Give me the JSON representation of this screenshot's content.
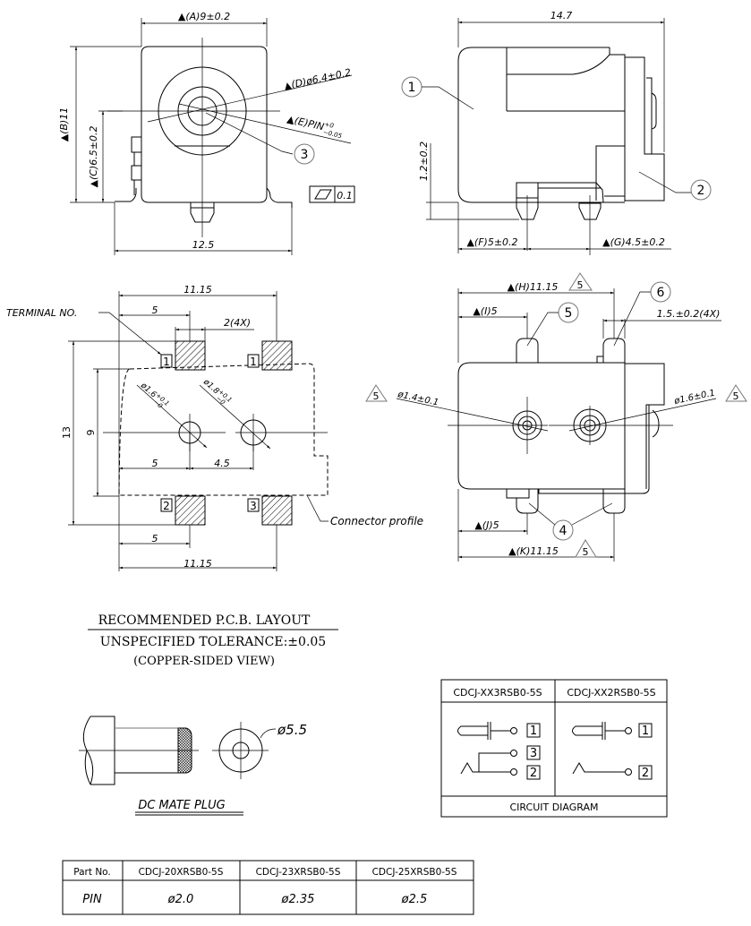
{
  "front_view": {
    "dim_a": "▲(A)9±0.2",
    "dim_b": "▲(B)11",
    "dim_c": "▲(C)6.5±0.2",
    "dim_d": "▲(D)ø6.4±0.2",
    "dim_e_prefix": "▲(E)PIN",
    "dim_e_plus": "+0",
    "dim_e_minus": "−0.05",
    "dim_width": "12.5",
    "flatness_value": "0.1",
    "balloon_3": "3"
  },
  "side_view": {
    "dim_total": "14.7",
    "dim_height": "1.2±0.2",
    "dim_f": "▲(F)5±0.2",
    "dim_g": "▲(G)4.5±0.2",
    "balloon_1": "1",
    "balloon_2": "2"
  },
  "pcb_layout": {
    "terminal_label": "TERMINAL NO.",
    "dim_top_width": "11.15",
    "dim_top_5": "5",
    "dim_pad": "2(4X)",
    "dim_13": "13",
    "dim_9": "9",
    "hole1_label": "ø1.6",
    "hole1_tol_plus": "+0.1",
    "hole1_tol_minus": "−0",
    "hole2_label": "ø1.8",
    "hole2_tol_plus": "+0.1",
    "hole2_tol_minus": "−0",
    "dim_mid_5": "5",
    "dim_mid_45": "4.5",
    "dim_bot_5": "5",
    "dim_bot_width": "11.15",
    "terminals": [
      "1",
      "1",
      "2",
      "3"
    ],
    "connector_profile": "Connector profile",
    "title": "RECOMMENDED P.C.B. LAYOUT",
    "tolerance": "UNSPECIFIED TOLERANCE:±0.05",
    "view": "(COPPER-SIDED VIEW)"
  },
  "bottom_view": {
    "dim_h": "▲(H)11.15",
    "dim_i": "▲(I)5",
    "dim_j": "▲(J)5",
    "dim_k": "▲(K)11.15",
    "dim_pad_width": "1.5.±0.2(4X)",
    "hole_left": "ø1.4±0.1",
    "hole_right": "ø1.6±0.1",
    "note_triangle": "5",
    "balloon_4": "4",
    "balloon_5": "5",
    "balloon_6": "6"
  },
  "mate_plug": {
    "diameter": "ø5.5",
    "title": "DC MATE PLUG"
  },
  "circuit_diagram": {
    "col1_header": "CDCJ-XX3RSB0-5S",
    "col2_header": "CDCJ-XX2RSB0-5S",
    "col1_terminals": [
      "1",
      "3",
      "2"
    ],
    "col2_terminals": [
      "1",
      "2"
    ],
    "footer": "CIRCUIT DIAGRAM"
  },
  "pin_table": {
    "headers": [
      "Part No.",
      "CDCJ-20XRSB0-5S",
      "CDCJ-23XRSB0-5S",
      "CDCJ-25XRSB0-5S"
    ],
    "row_label": "PIN",
    "values": [
      "ø2.0",
      "ø2.35",
      "ø2.5"
    ]
  }
}
